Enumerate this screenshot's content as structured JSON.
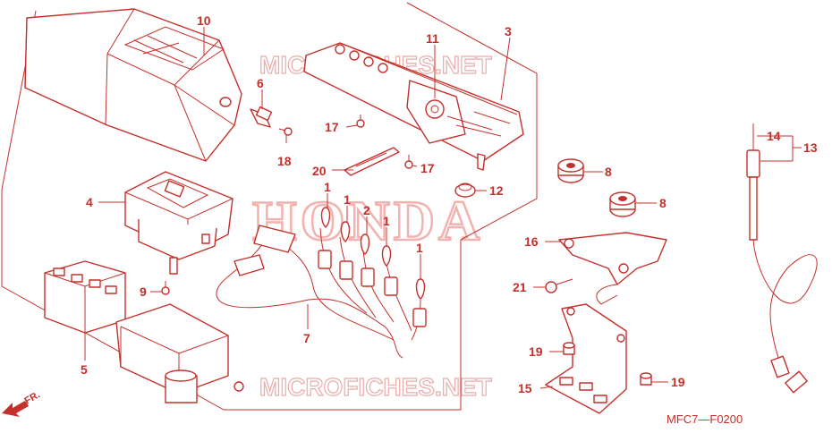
{
  "watermarks": {
    "top": "MICROFICHES.NET",
    "center": "HONDA",
    "bottom": "MICROFICHES.NET"
  },
  "diagram_code": "MFC7—F0200",
  "front_label": "FR.",
  "callouts": [
    {
      "id": "c10",
      "label": "10"
    },
    {
      "id": "c6",
      "label": "6"
    },
    {
      "id": "c18",
      "label": "18"
    },
    {
      "id": "c3",
      "label": "3"
    },
    {
      "id": "c11",
      "label": "11"
    },
    {
      "id": "c17a",
      "label": "17"
    },
    {
      "id": "c20",
      "label": "20"
    },
    {
      "id": "c17b",
      "label": "17"
    },
    {
      "id": "c12",
      "label": "12"
    },
    {
      "id": "c4",
      "label": "4"
    },
    {
      "id": "c1a",
      "label": "1"
    },
    {
      "id": "c1b",
      "label": "1"
    },
    {
      "id": "c2",
      "label": "2"
    },
    {
      "id": "c1c",
      "label": "1"
    },
    {
      "id": "c1d",
      "label": "1"
    },
    {
      "id": "c9",
      "label": "9"
    },
    {
      "id": "c7",
      "label": "7"
    },
    {
      "id": "c5",
      "label": "5"
    },
    {
      "id": "c8a",
      "label": "8"
    },
    {
      "id": "c8b",
      "label": "8"
    },
    {
      "id": "c16",
      "label": "16"
    },
    {
      "id": "c21",
      "label": "21"
    },
    {
      "id": "c19a",
      "label": "19"
    },
    {
      "id": "c19b",
      "label": "19"
    },
    {
      "id": "c15",
      "label": "15"
    },
    {
      "id": "c14",
      "label": "14"
    },
    {
      "id": "c13",
      "label": "13"
    }
  ]
}
